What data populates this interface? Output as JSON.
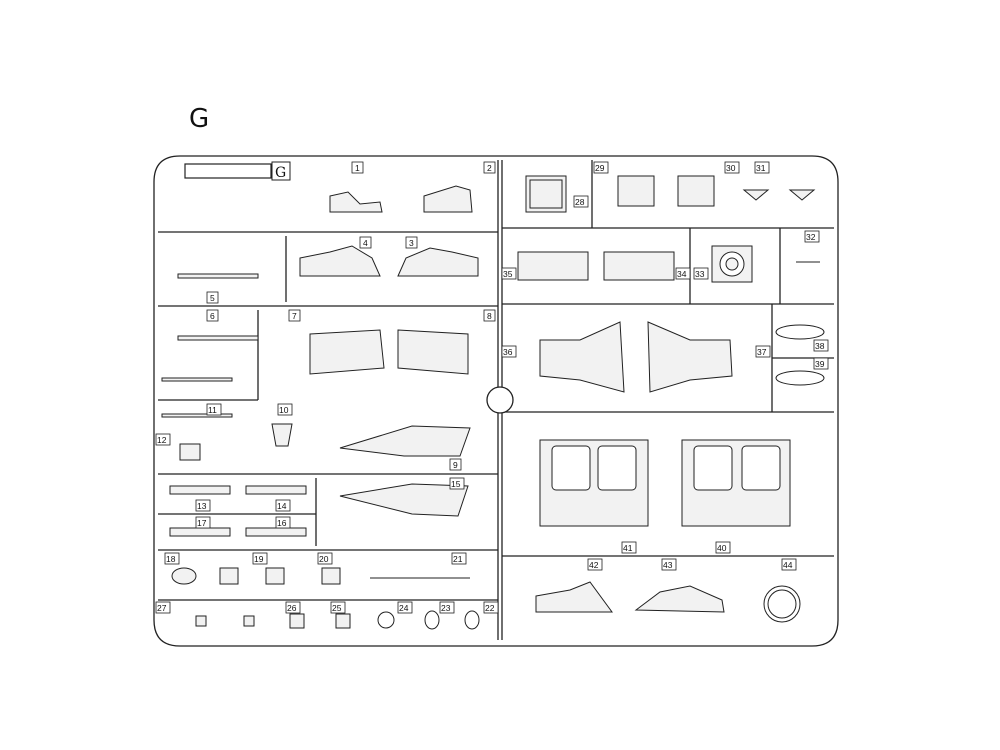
{
  "sprue": {
    "title": "G",
    "gate_label": "G",
    "part_numbers": [
      "1",
      "2",
      "3",
      "4",
      "5",
      "6",
      "7",
      "8",
      "9",
      "10",
      "11",
      "12",
      "13",
      "14",
      "15",
      "16",
      "17",
      "18",
      "19",
      "20",
      "21",
      "22",
      "23",
      "24",
      "25",
      "26",
      "27",
      "28",
      "29",
      "30",
      "31",
      "32",
      "33",
      "34",
      "35",
      "36",
      "37",
      "38",
      "39",
      "40",
      "41",
      "42",
      "43",
      "44"
    ]
  },
  "colors": {
    "line": "#222222",
    "background": "#ffffff",
    "fill": "#f2f2f2"
  }
}
